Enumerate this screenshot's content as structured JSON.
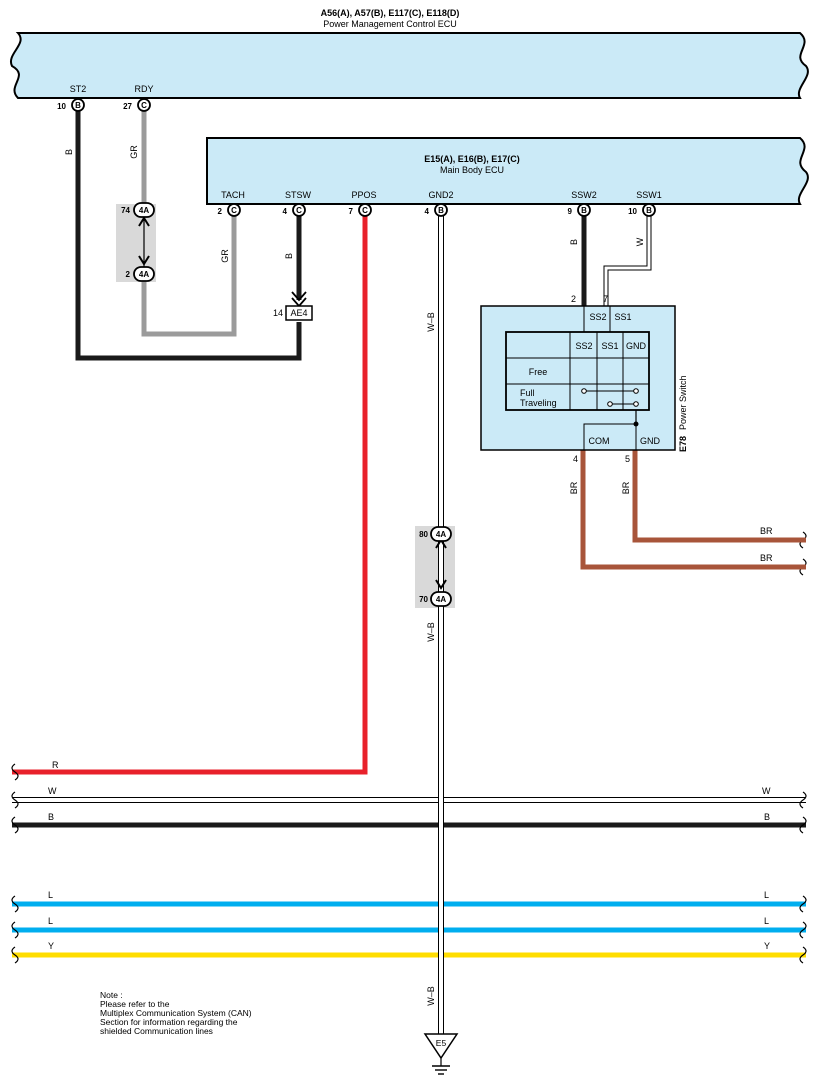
{
  "pmecu": {
    "connectors": "A56(A), A57(B), E117(C), E118(D)",
    "name": "Power Management Control ECU"
  },
  "mbecu": {
    "connectors": "E15(A), E16(B), E17(C)",
    "name": "Main Body ECU"
  },
  "pm_pins": [
    {
      "num": "10",
      "conn": "B",
      "label": "ST2"
    },
    {
      "num": "27",
      "conn": "C",
      "label": "RDY"
    }
  ],
  "mb_pins": [
    {
      "num": "2",
      "conn": "C",
      "label": "TACH"
    },
    {
      "num": "4",
      "conn": "C",
      "label": "STSW"
    },
    {
      "num": "7",
      "conn": "C",
      "label": "PPOS"
    },
    {
      "num": "4",
      "conn": "B",
      "label": "GND2"
    },
    {
      "num": "9",
      "conn": "B",
      "label": "SSW2"
    },
    {
      "num": "10",
      "conn": "B",
      "label": "SSW1"
    }
  ],
  "wire_colors": {
    "B": "#1a1a1a",
    "GR": "#9b9b9b",
    "R": "#e8212b",
    "W": "#ffffff",
    "W-B": "#ffffff",
    "BR": "#a8553a",
    "L": "#00aeef",
    "Y": "#ffdd00"
  },
  "wire_labels": {
    "st2": "B",
    "rdy": "GR",
    "tach": "GR",
    "stsw": "B",
    "ppos": "R",
    "gnd2": "W–B",
    "ssw2": "B",
    "ssw1": "W",
    "com": "BR",
    "gnd": "BR"
  },
  "junction_4a": {
    "top_num": "74",
    "bottom_num": "2",
    "code": "4A"
  },
  "junction_gnd": {
    "top_num": "80",
    "bottom_num": "70",
    "code": "4A"
  },
  "connector_ae4": {
    "num": "14",
    "code": "AE4"
  },
  "switch": {
    "id": "E78",
    "name": "Power Switch",
    "top_pins": [
      {
        "num": "2",
        "label": "SS2"
      },
      {
        "num": "7",
        "label": "SS1"
      }
    ],
    "bottom_pins": [
      {
        "num": "4",
        "label": "COM"
      },
      {
        "num": "5",
        "label": "GND"
      }
    ],
    "table_headers": [
      "SS2",
      "SS1",
      "GND"
    ],
    "rows": [
      "Free",
      "Full",
      "Traveling"
    ]
  },
  "br_out": [
    "BR",
    "BR"
  ],
  "buses": [
    {
      "color": "R",
      "left": "R",
      "right": ""
    },
    {
      "color": "W",
      "left": "W",
      "right": "W"
    },
    {
      "color": "B",
      "left": "B",
      "right": "B"
    },
    {
      "color": "L",
      "left": "L",
      "right": "L"
    },
    {
      "color": "L",
      "left": "L",
      "right": "L"
    },
    {
      "color": "Y",
      "left": "Y",
      "right": "Y"
    }
  ],
  "note": [
    "Note :",
    "Please refer to the",
    "Multiplex Communication System (CAN)",
    "Section for information regarding the",
    "shielded Communication lines"
  ],
  "ground": {
    "label": "E5"
  }
}
